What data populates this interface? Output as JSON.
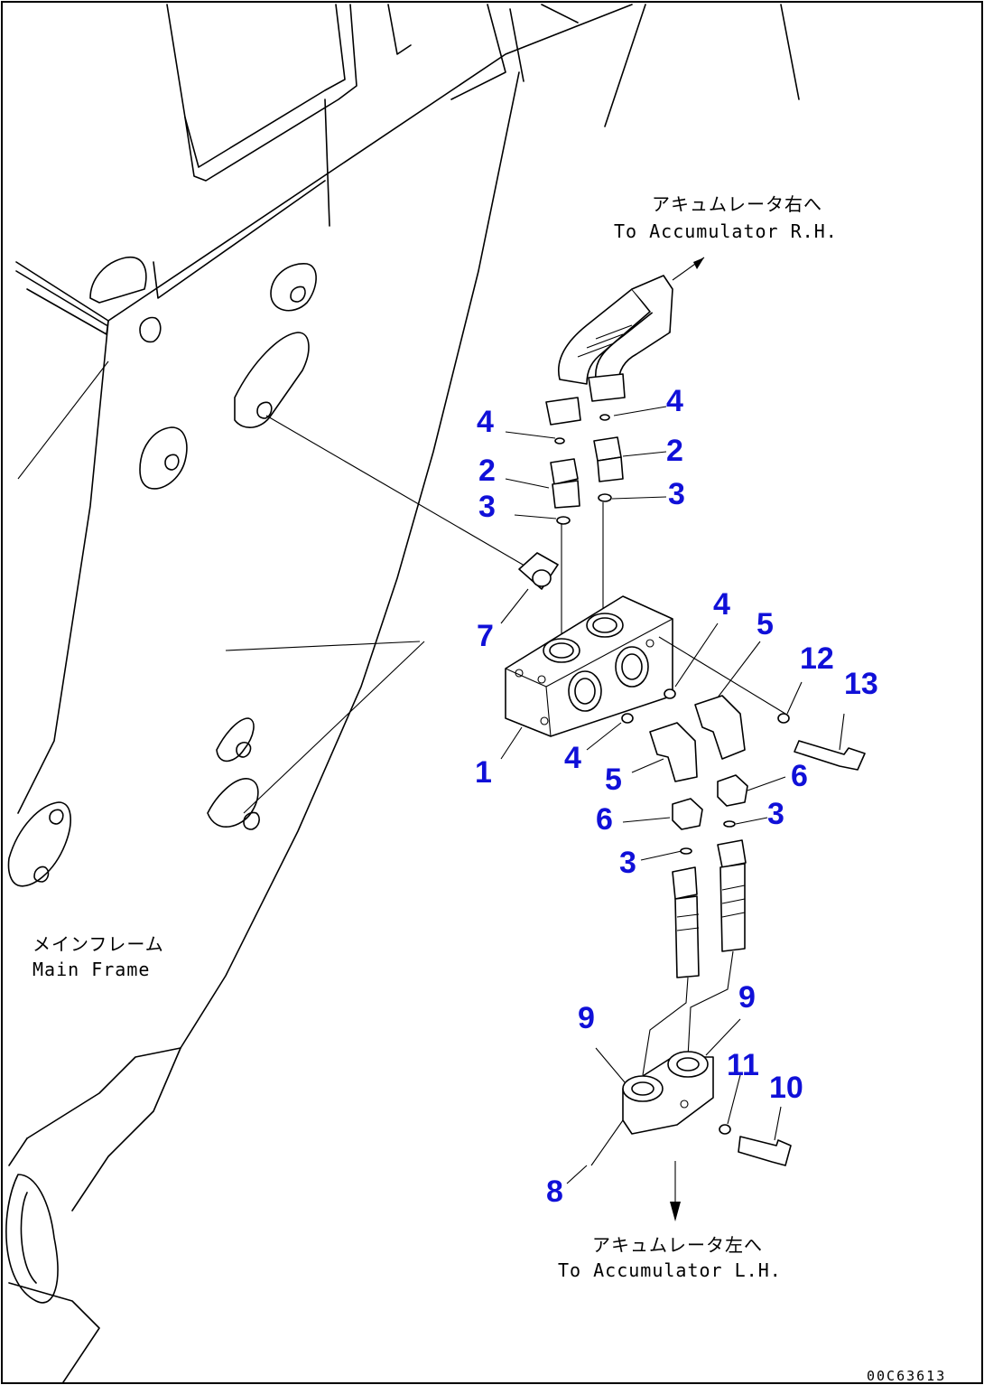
{
  "notes": {
    "accumulator_rh_jp": "アキュムレータ右へ",
    "accumulator_rh_en": "To Accumulator R.H.",
    "main_frame_jp": "メインフレーム",
    "main_frame_en": "Main Frame",
    "accumulator_lh_jp": "アキュムレータ左へ",
    "accumulator_lh_en": "To Accumulator L.H."
  },
  "drawing_code": "00C63613",
  "callouts": {
    "c1": "1",
    "c2a": "2",
    "c2b": "2",
    "c3a": "3",
    "c3b": "3",
    "c3c": "3",
    "c3d": "3",
    "c4a": "4",
    "c4b": "4",
    "c4c": "4",
    "c4d": "4",
    "c5a": "5",
    "c5b": "5",
    "c6a": "6",
    "c6b": "6",
    "c7": "7",
    "c8": "8",
    "c9a": "9",
    "c9b": "9",
    "c10": "10",
    "c11": "11",
    "c12": "12",
    "c13": "13"
  },
  "colors": {
    "callout": "#1010d8",
    "line": "#000000"
  }
}
